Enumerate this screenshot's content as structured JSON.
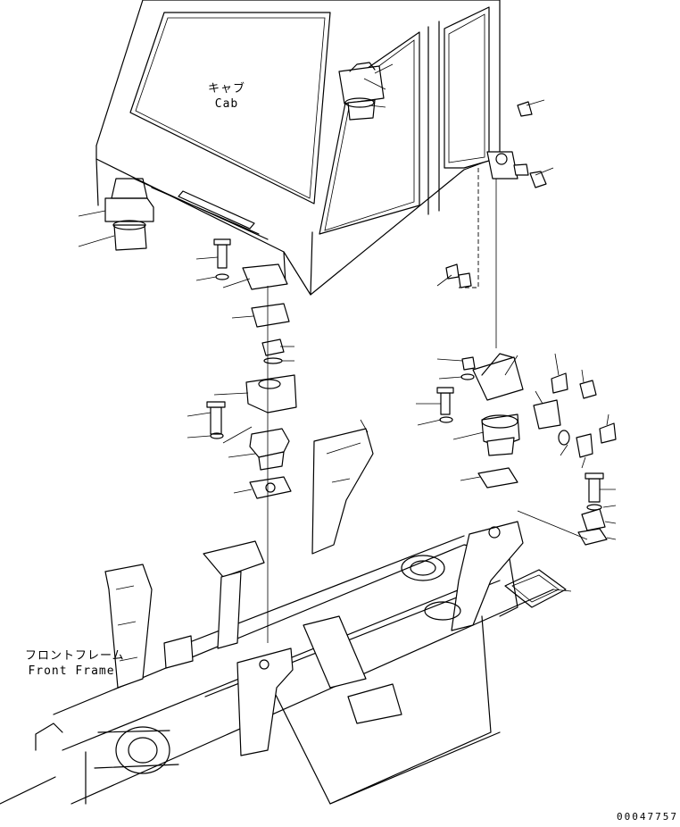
{
  "labels": {
    "cab_ja": "キャブ",
    "cab_en": "Cab",
    "front_frame_ja": "フロントフレーム",
    "front_frame_en": "Front Frame"
  },
  "document_number": "00047757"
}
